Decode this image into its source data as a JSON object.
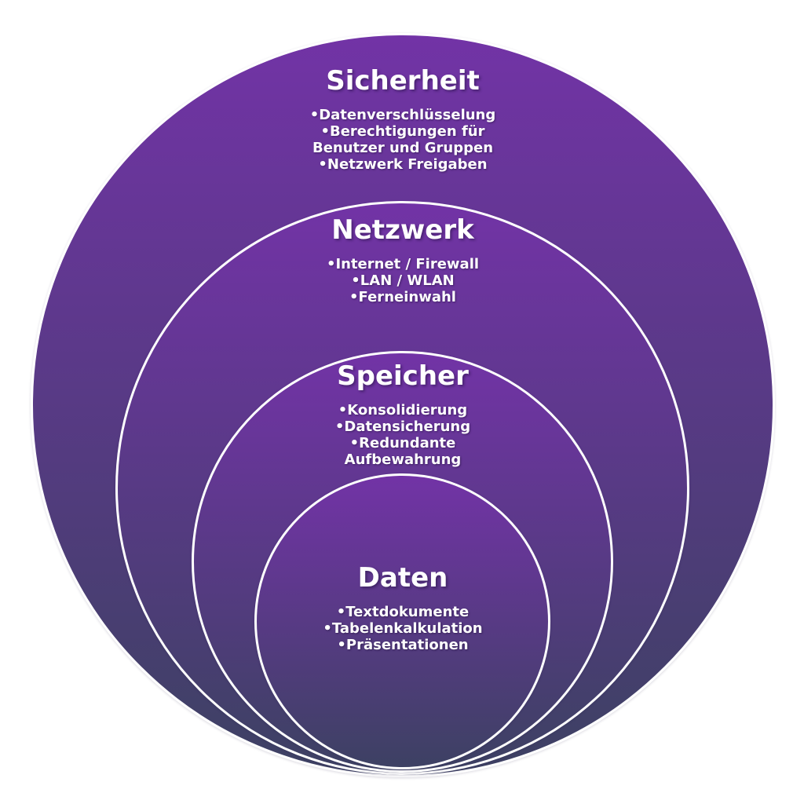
{
  "diagram": {
    "type": "nested-circles",
    "layers": [
      {
        "title": "Sicherheit",
        "items": [
          "•Datenverschlüsselung",
          "•Berechtigungen für\nBenutzer und Gruppen",
          "•Netzwerk Freigaben"
        ]
      },
      {
        "title": "Netzwerk",
        "items": [
          "•Internet / Firewall",
          "•LAN / WLAN",
          "•Ferneinwahl"
        ]
      },
      {
        "title": "Speicher",
        "items": [
          "•Konsolidierung",
          "•Datensicherung",
          "•Redundante\nAufbewahrung"
        ]
      },
      {
        "title": "Daten",
        "items": [
          "•Textdokumente",
          "•Tabelenkalkulation",
          "•Präsentationen"
        ]
      }
    ],
    "colors": {
      "gradient_top": "#7233a6",
      "gradient_bottom": "#3d4163",
      "stroke": "#ffffff",
      "text": "#ffffff",
      "background": "#ffffff"
    }
  }
}
